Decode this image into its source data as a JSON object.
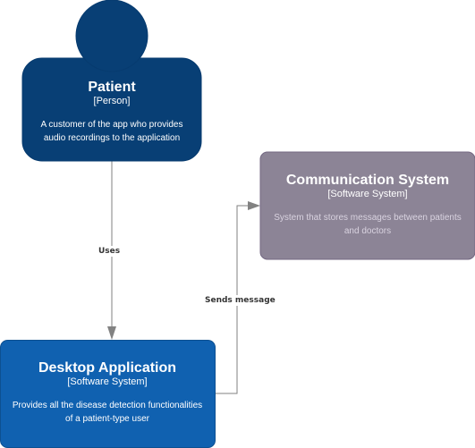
{
  "nodes": {
    "patient": {
      "title": "Patient",
      "type": "[Person]",
      "description_line1": "A customer of the app who provides",
      "description_line2": "audio recordings to the application",
      "color": "#083F75"
    },
    "communication": {
      "title": "Communication System",
      "type": "[Software System]",
      "description_line1": "System that stores messages between patients",
      "description_line2": "and doctors",
      "color": "#8C8496"
    },
    "desktop": {
      "title": "Desktop Application",
      "type": "[Software System]",
      "description_line1": "Provides all the disease detection functionalities",
      "description_line2": "of a patient-type user",
      "color": "#1061B0"
    }
  },
  "edges": {
    "uses": "Uses",
    "sends_message": "Sends message"
  },
  "colors": {
    "connector": "#828282",
    "communication_description": "#d9d3e0"
  }
}
